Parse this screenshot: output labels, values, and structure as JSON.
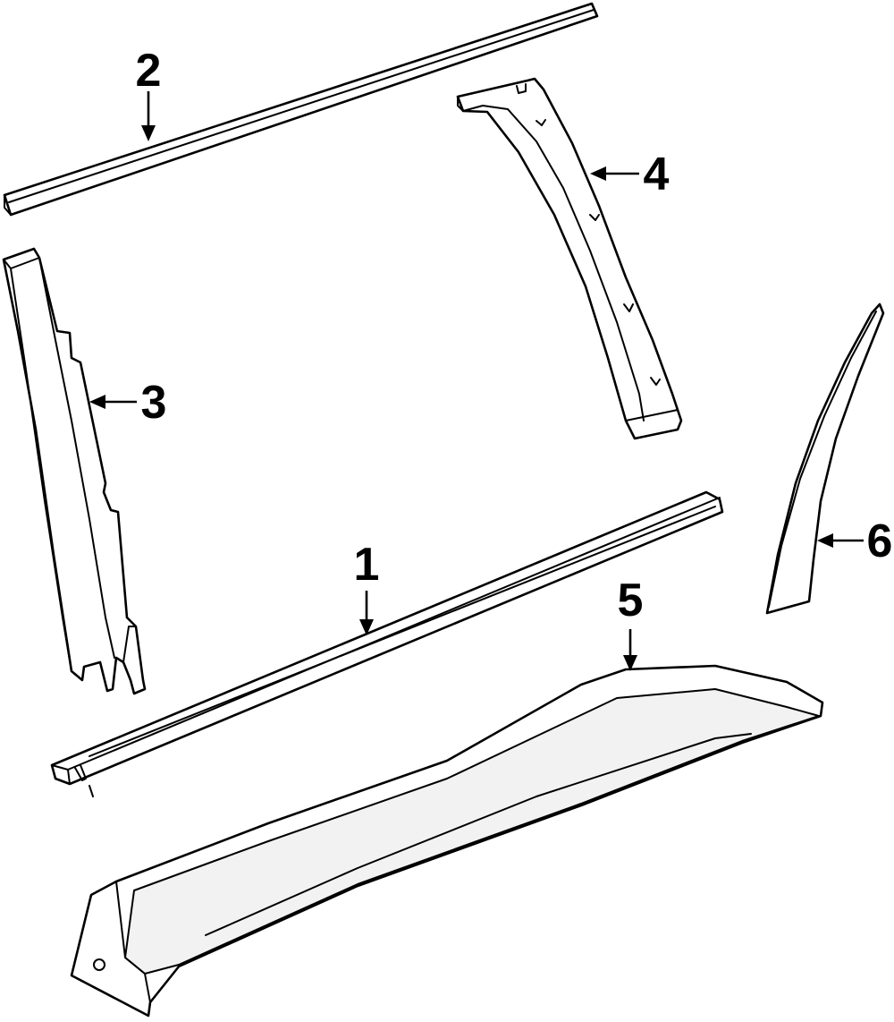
{
  "callouts": [
    {
      "id": "part-1",
      "label": "1"
    },
    {
      "id": "part-2",
      "label": "2"
    },
    {
      "id": "part-3",
      "label": "3"
    },
    {
      "id": "part-4",
      "label": "4"
    },
    {
      "id": "part-5",
      "label": "5"
    },
    {
      "id": "part-6",
      "label": "6"
    }
  ],
  "colors": {
    "line": "#000000",
    "background": "#ffffff"
  }
}
